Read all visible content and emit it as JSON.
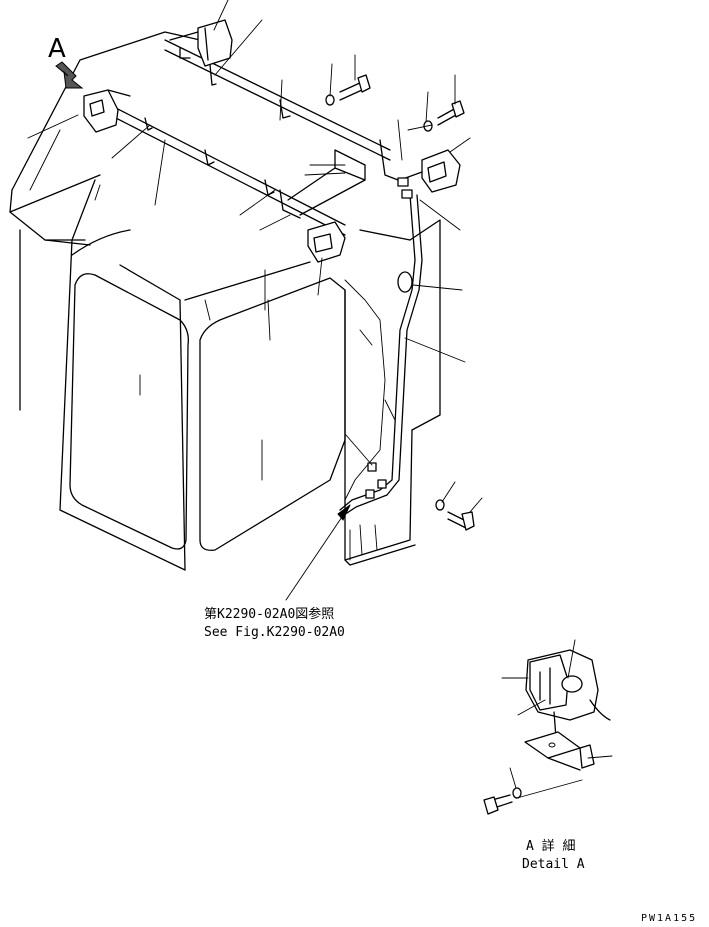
{
  "view_marker": "A",
  "reference_note": {
    "line_jp": "第K2290-02A0図参照",
    "line_en": "See Fig.K2290-02A0"
  },
  "detail_caption": {
    "line_jp": "A 詳 細",
    "line_en": "Detail A"
  },
  "drawing_code": "PW1A155",
  "icons": {
    "view_arrow": "view-direction-arrow-icon"
  }
}
